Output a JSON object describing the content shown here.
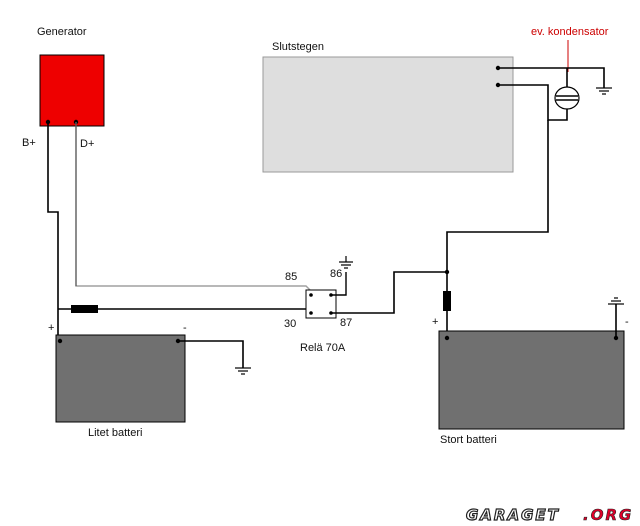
{
  "labels": {
    "generator": "Generator",
    "b_plus": "B+",
    "d_plus": "D+",
    "slutstegen": "Slutstegen",
    "kondensator": "ev. kondensator",
    "pin85": "85",
    "pin86": "86",
    "pin30": "30",
    "pin87": "87",
    "relay": "Relä 70A",
    "small_plus": "+",
    "small_minus": "-",
    "small_battery": "Litet batteri",
    "big_plus": "+",
    "big_minus": "-",
    "big_battery": "Stort batteri"
  },
  "watermark": {
    "main": "GARAGET",
    "suffix": ".ORG"
  },
  "colors": {
    "generator_fill": "#ee0000",
    "amplifier_fill": "#dedede",
    "battery_fill": "#707070",
    "kondensator_text": "#cc0000",
    "wire": "#000000",
    "gray_wire": "#a0a0a0"
  }
}
